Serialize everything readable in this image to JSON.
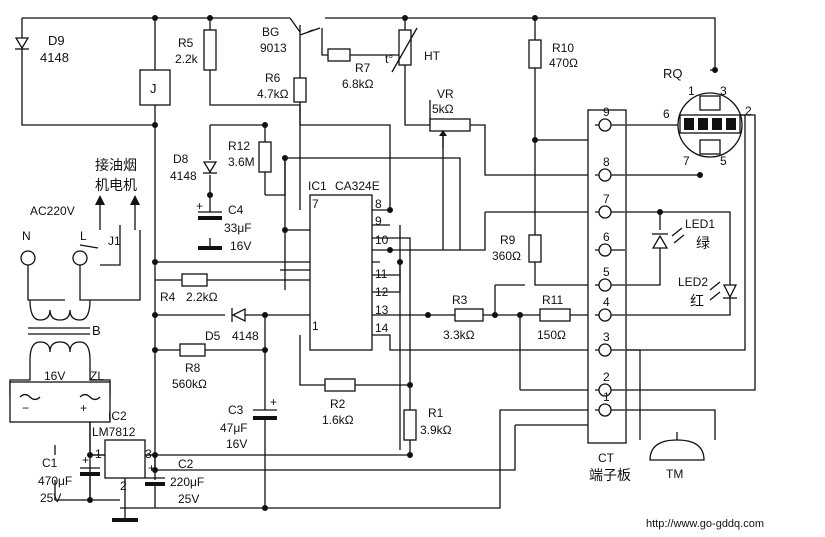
{
  "components": {
    "D9": {
      "ref": "D9",
      "value": "4148"
    },
    "R5": {
      "ref": "R5",
      "value": "2.2k"
    },
    "BG": {
      "ref": "BG",
      "value": "9013"
    },
    "R6": {
      "ref": "R6",
      "value": "4.7kΩ"
    },
    "R7": {
      "ref": "R7",
      "value": "6.8kΩ"
    },
    "HT": {
      "ref": "HT",
      "temp": "t°"
    },
    "VR": {
      "ref": "VR",
      "value": "5kΩ"
    },
    "R10": {
      "ref": "R10",
      "value": "470Ω"
    },
    "RQ": {
      "ref": "RQ"
    },
    "J": {
      "ref": "J"
    },
    "R12": {
      "ref": "R12",
      "value": "3.6M"
    },
    "D8": {
      "ref": "D8",
      "value": "4148"
    },
    "C4": {
      "ref": "C4",
      "value": "33μF",
      "voltage": "16V"
    },
    "IC1": {
      "ref": "IC1",
      "part": "CA324E"
    },
    "R9": {
      "ref": "R9",
      "value": "360Ω"
    },
    "LED1": {
      "ref": "LED1",
      "color": "绿"
    },
    "LED2": {
      "ref": "LED2",
      "color": "红"
    },
    "R4": {
      "ref": "R4",
      "value": "2.2kΩ"
    },
    "R3": {
      "ref": "R3",
      "value": "3.3kΩ"
    },
    "R11": {
      "ref": "R11",
      "value": "150Ω"
    },
    "D5": {
      "ref": "D5",
      "value": "4148"
    },
    "R8": {
      "ref": "R8",
      "value": "560kΩ"
    },
    "R2": {
      "ref": "R2",
      "value": "1.6kΩ"
    },
    "R1": {
      "ref": "R1",
      "value": "3.9kΩ"
    },
    "C3": {
      "ref": "C3",
      "value": "47μF",
      "voltage": "16V"
    },
    "B": {
      "ref": "B"
    },
    "ZL": {
      "ref": "ZL",
      "voltage": "16V"
    },
    "IC2": {
      "ref": "IC2",
      "part": "LM7812"
    },
    "C1": {
      "ref": "C1",
      "value": "470μF",
      "voltage": "25V"
    },
    "C2": {
      "ref": "C2",
      "value": "220μF",
      "voltage": "25V"
    },
    "CT": {
      "ref": "CT",
      "name": "端子板"
    },
    "TM": {
      "ref": "TM"
    },
    "J1": {
      "ref": "J1"
    }
  },
  "labels": {
    "motor_line1": "接油烟",
    "motor_line2": "机电机",
    "ac": "AC220V",
    "n": "N",
    "l": "L",
    "minus": "−",
    "plus": "+",
    "plus_sign": "+"
  },
  "pins": {
    "ic1_left": [
      "7",
      "1"
    ],
    "ic1_right": [
      "8",
      "9",
      "10",
      "11",
      "12",
      "13",
      "14"
    ],
    "terminal": [
      "9",
      "8",
      "7",
      "6",
      "5",
      "4",
      "3",
      "2",
      "1"
    ],
    "rq": [
      "1",
      "2",
      "3",
      "5",
      "6",
      "7"
    ],
    "ic2": [
      "1",
      "2",
      "3"
    ]
  },
  "watermark": "http://www.go-gddq.com"
}
